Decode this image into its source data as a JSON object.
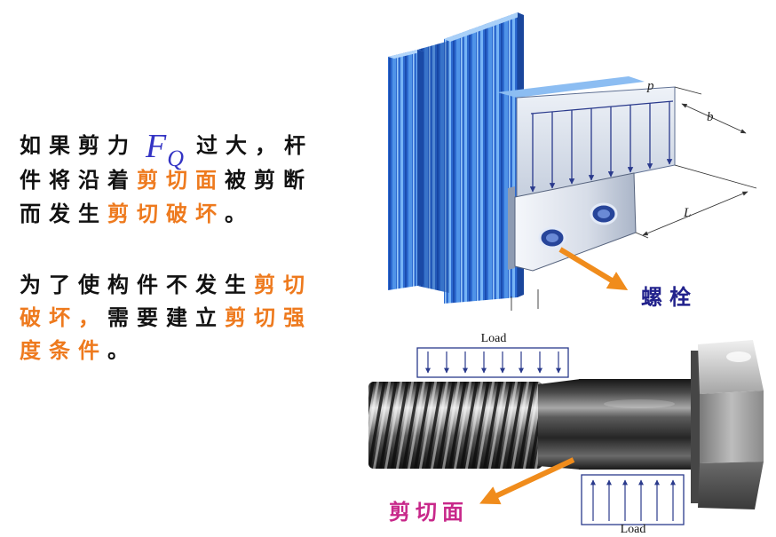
{
  "colors": {
    "text": "#111111",
    "emphasis": "#ee7a1e",
    "symbol": "#3434c4",
    "bolt_label": "#22228c",
    "shear_label": "#c8288a",
    "pointer_arrow": "#f08c1c",
    "steel": "#2d6ad0",
    "load_box": "#2a3a8c"
  },
  "paragraph_1": {
    "line_1": {
      "a": "如果剪力",
      "b": "过大，杆"
    },
    "symbol": {
      "main": "F",
      "sub": "Q"
    },
    "line_2": {
      "a": "件将沿着",
      "b": "剪切面",
      "c": "被剪断"
    },
    "line_3": {
      "a": "而发生",
      "b": "剪切破坏",
      "c": "。"
    }
  },
  "paragraph_2": {
    "line_1": {
      "a": "为了使构件不发生",
      "b": "剪切"
    },
    "line_2": {
      "a": "破坏，",
      "b": "需要建立",
      "c": "剪切强"
    },
    "line_3": {
      "a": "度条件",
      "b": "。"
    }
  },
  "connection_figure": {
    "load_label": "p",
    "width_label": "b",
    "length_label": "L",
    "callout": "螺栓"
  },
  "bolt_figure": {
    "top_load_label": "Load",
    "bottom_load_label": "Load",
    "callout": "剪切面"
  }
}
